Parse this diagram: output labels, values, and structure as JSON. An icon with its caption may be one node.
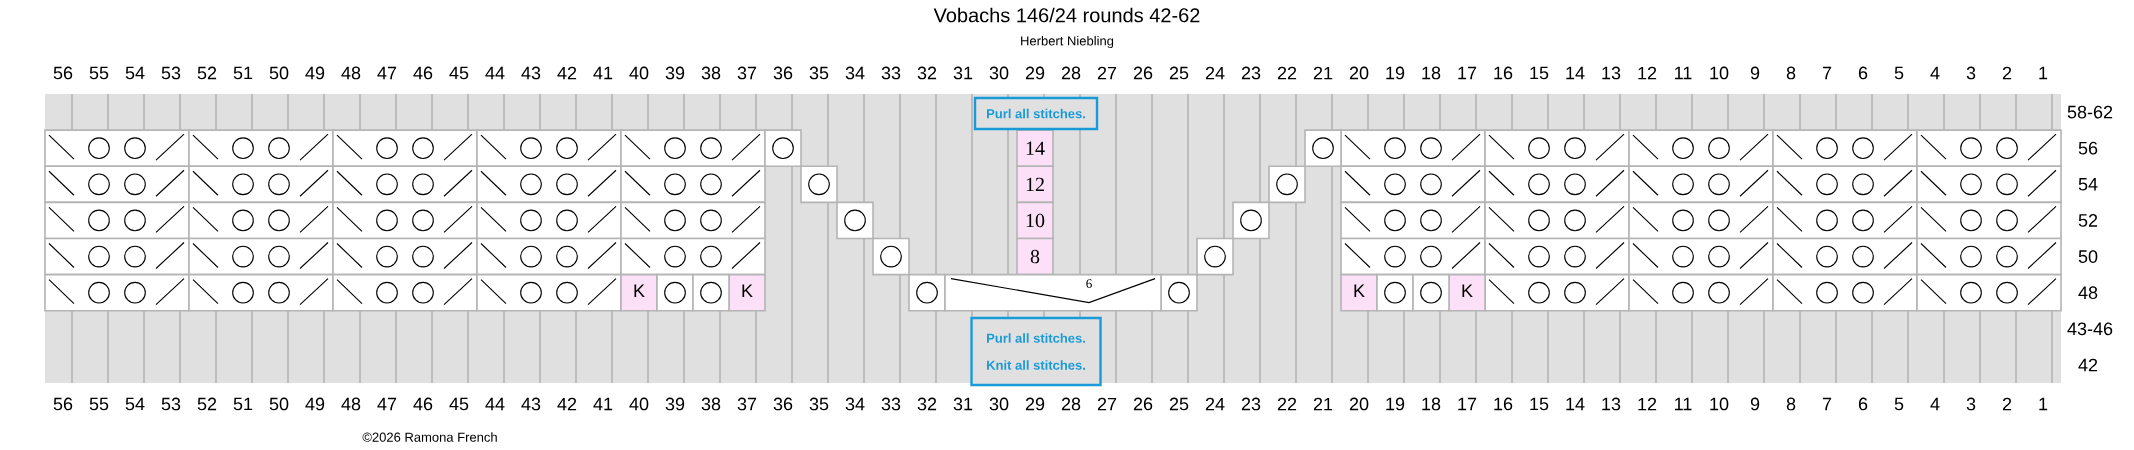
{
  "diagram": {
    "title": "Vobachs 146/24 rounds 42-62",
    "nodes": [
      {
        "text": [
          "Purl all stitches."
        ]
      },
      {
        "text": [
          "Purl all stitches.",
          "Knit all stitches."
        ]
      }
    ],
    "labels": [
      "Herbert Niebling",
      "56",
      "55",
      "54",
      "53",
      "52",
      "51",
      "50",
      "49",
      "48",
      "47",
      "46",
      "45",
      "44",
      "43",
      "42",
      "41",
      "40",
      "39",
      "38",
      "37",
      "36",
      "35",
      "34",
      "33",
      "32",
      "31",
      "30",
      "29",
      "28",
      "27",
      "26",
      "25",
      "24",
      "23",
      "22",
      "21",
      "20",
      "19",
      "18",
      "17",
      "16",
      "15",
      "14",
      "13",
      "12",
      "11",
      "10",
      "9",
      "8",
      "7",
      "6",
      "5",
      "4",
      "3",
      "2",
      "1",
      "58-62",
      "14",
      "56",
      "12",
      "54",
      "10",
      "52",
      "8",
      "50",
      "K",
      "K",
      "6",
      "K",
      "K",
      "48",
      "43-46",
      "42",
      "56",
      "55",
      "54",
      "53",
      "52",
      "51",
      "50",
      "49",
      "48",
      "47",
      "46",
      "45",
      "44",
      "43",
      "42",
      "41",
      "40",
      "39",
      "38",
      "37",
      "36",
      "35",
      "34",
      "33",
      "32",
      "31",
      "30",
      "29",
      "28",
      "27",
      "26",
      "25",
      "24",
      "23",
      "22",
      "21",
      "20",
      "19",
      "18",
      "17",
      "16",
      "15",
      "14",
      "13",
      "12",
      "11",
      "10",
      "9",
      "8",
      "7",
      "6",
      "5",
      "4",
      "3",
      "2",
      "1",
      "©2026 Ramona French"
    ]
  }
}
